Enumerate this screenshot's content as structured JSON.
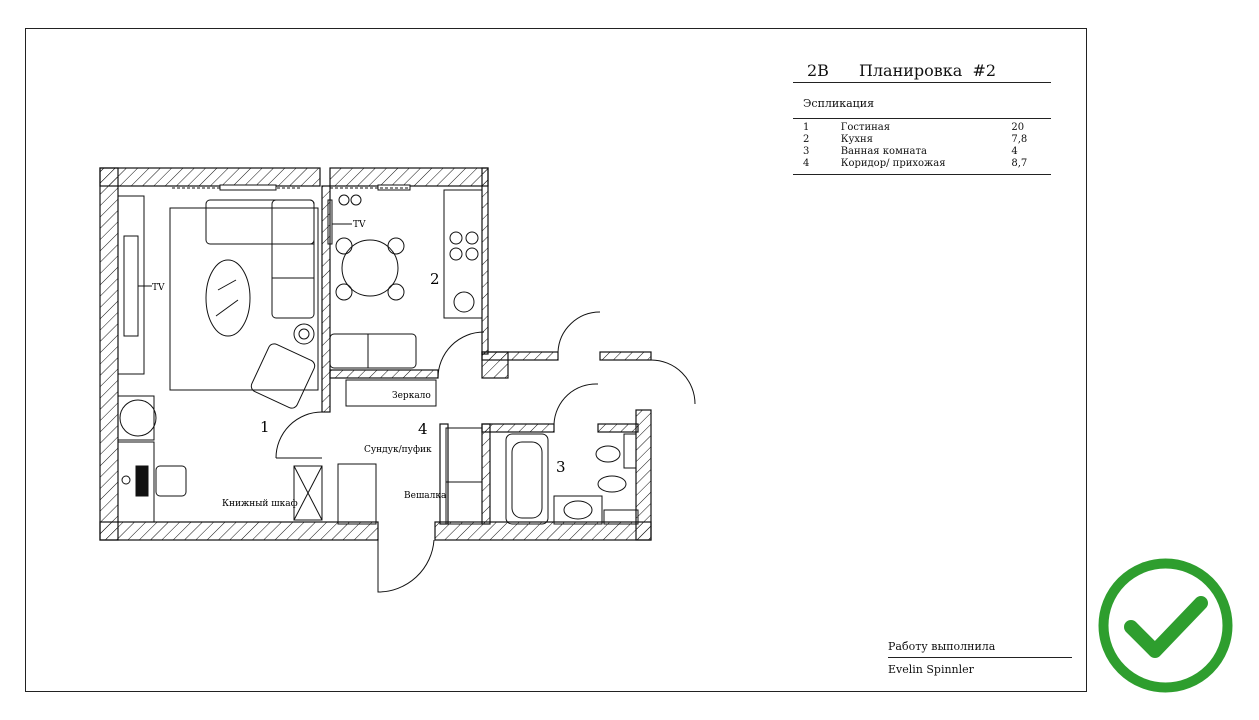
{
  "title_block": {
    "code": "2В",
    "title": "Планировка",
    "number": "#2",
    "explication_label": "Эспликация",
    "rooms": [
      {
        "num": "1",
        "name": "Гостиная",
        "area": "20"
      },
      {
        "num": "2",
        "name": "Кухня",
        "area": "7,8"
      },
      {
        "num": "3",
        "name": "Ванная комната",
        "area": "4"
      },
      {
        "num": "4",
        "name": "Коридор/ прихожая",
        "area": "8,7"
      }
    ]
  },
  "signature": {
    "label": "Работу выполнила",
    "author": "Evelin Spinnler"
  },
  "plan": {
    "room_numbers": [
      "1",
      "2",
      "3",
      "4"
    ],
    "labels": {
      "tv_left": "TV",
      "tv_kitchen": "TV",
      "mirror": "Зеркало",
      "chest": "Сундук/пуфик",
      "bookcase": "Книжный шкаф",
      "hanger": "Вешалка"
    }
  },
  "colors": {
    "line": "#111111",
    "check_green": "#2e9e2e"
  },
  "icons": [
    "checkmark-icon"
  ]
}
